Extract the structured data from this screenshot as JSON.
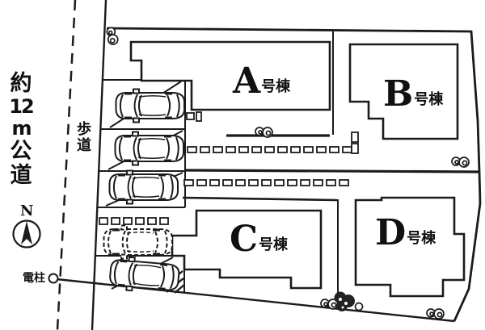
{
  "road": {
    "width_label": "約12m公道",
    "width_label_chars": [
      "約",
      "12",
      "m",
      "公",
      "道"
    ],
    "sidewalk_label": "歩道",
    "sidewalk_chars": [
      "歩",
      "道"
    ]
  },
  "compass": {
    "north": "N"
  },
  "utility_pole": {
    "label": "電柱"
  },
  "buildings": [
    {
      "letter": "A",
      "suffix": "号棟",
      "label": "A号棟"
    },
    {
      "letter": "B",
      "suffix": "号棟",
      "label": "B号棟"
    },
    {
      "letter": "C",
      "suffix": "号棟",
      "label": "C号棟"
    },
    {
      "letter": "D",
      "suffix": "号棟",
      "label": "D号棟"
    }
  ],
  "colors": {
    "ink": "#1b1b1b",
    "paper": "#ffffff"
  }
}
